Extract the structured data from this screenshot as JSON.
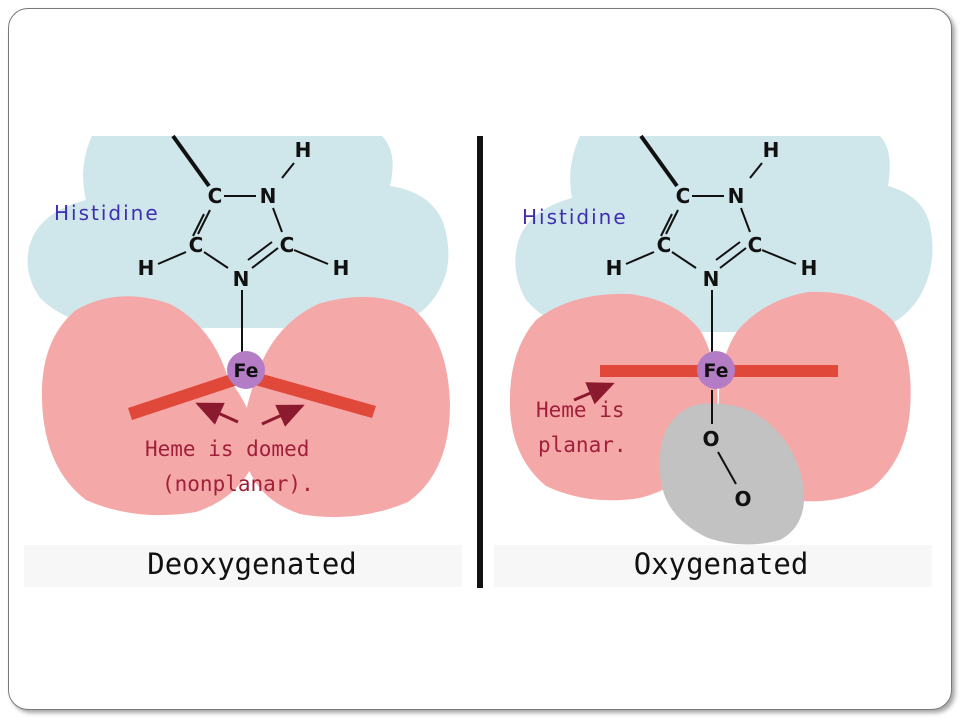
{
  "colors": {
    "protein": "#cfe6ea",
    "heme_lobe": "#f5a8a8",
    "heme_bar": "#e0483a",
    "fe": "#b57cc6",
    "oxygen": "#c2c2c2",
    "label_blue": "#3f2fb0",
    "label_red": "#a0203a"
  },
  "left_panel": {
    "histidine_label": "Histidine",
    "atoms": {
      "c_top": "C",
      "n_top": "N",
      "h_n": "H",
      "c_left": "C",
      "c_right": "C",
      "n_bottom": "N",
      "h_left": "H",
      "h_right": "H"
    },
    "fe_label": "Fe",
    "note_line1": "Heme is domed",
    "note_line2": "(nonplanar).",
    "caption": "Deoxygenated"
  },
  "right_panel": {
    "histidine_label": "Histidine",
    "atoms": {
      "c_top": "C",
      "n_top": "N",
      "h_n": "H",
      "c_left": "C",
      "c_right": "C",
      "n_bottom": "N",
      "h_left": "H",
      "h_right": "H"
    },
    "fe_label": "Fe",
    "note_line1": "Heme is",
    "note_line2": "planar.",
    "o_top": "O",
    "o_bottom": "O",
    "caption": "Oxygenated"
  }
}
